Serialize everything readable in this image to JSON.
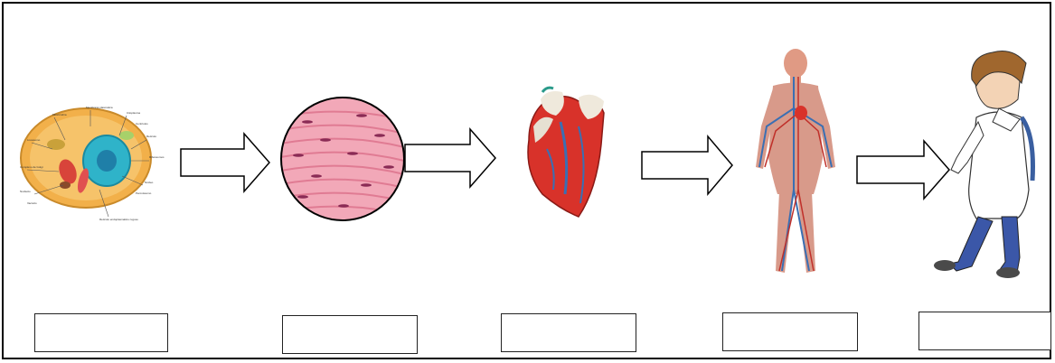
{
  "diagram": {
    "stages": [
      {
        "id": "cell",
        "icon": "animal-cell-icon"
      },
      {
        "id": "tissue",
        "icon": "muscle-tissue-icon"
      },
      {
        "id": "organ",
        "icon": "heart-organ-icon"
      },
      {
        "id": "system",
        "icon": "circulatory-system-icon"
      },
      {
        "id": "organism",
        "icon": "human-organism-icon"
      }
    ],
    "answer_boxes": [
      "",
      "",
      "",
      "",
      ""
    ],
    "cell_labels": [
      "Mitocôndria",
      "Membrana plasmática",
      "Citoplasma",
      "Centríolos",
      "Retículo",
      "Lisossomo",
      "Ribossomos",
      "Complexo de Golgi",
      "Núcleo",
      "Nucléolo",
      "Peroxissomo",
      "Vacúolo",
      "Retículo endoplasmático rugoso"
    ],
    "colors": {
      "cell_body": "#f2b04a",
      "cell_nucleus": "#2fb3c9",
      "tissue": "#f2a8b8",
      "heart": "#d8322a",
      "vessels": "#3a6fb3",
      "outline": "#000000"
    }
  }
}
